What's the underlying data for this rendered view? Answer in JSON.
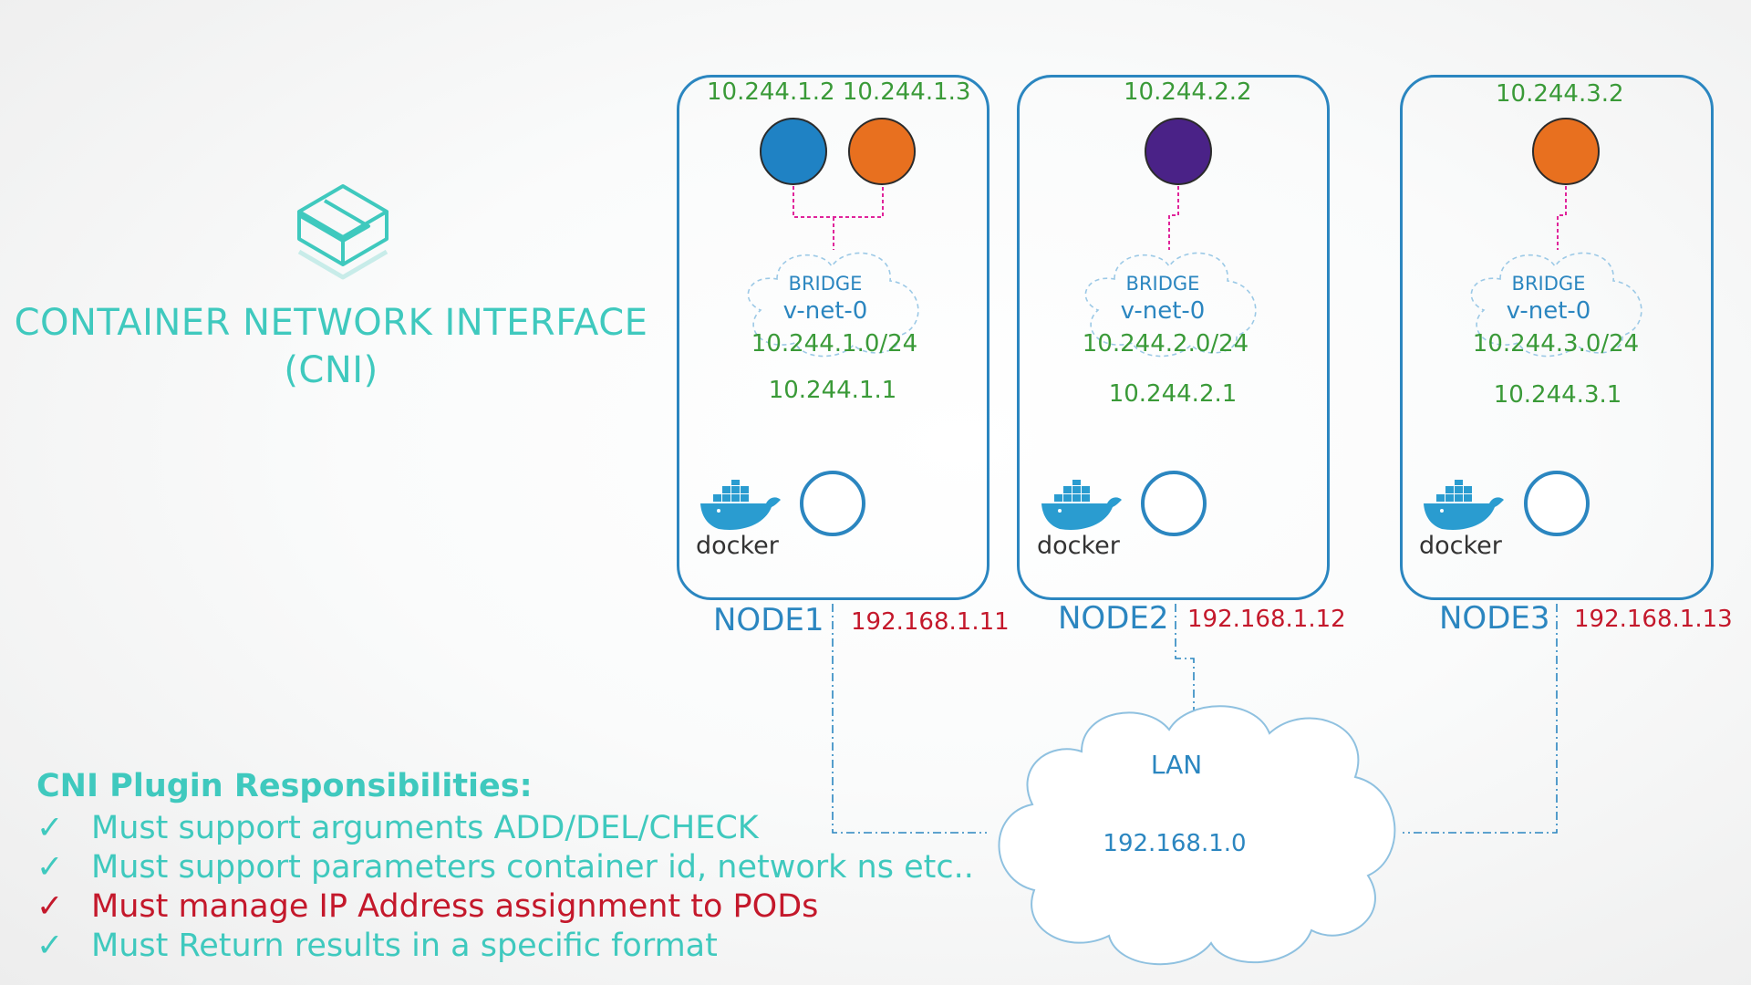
{
  "title": {
    "line1": "CONTAINER NETWORK INTERFACE",
    "line2": "(CNI)"
  },
  "nodes": [
    {
      "name": "NODE1",
      "ip": "192.168.1.11",
      "pod_ips": "10.244.1.2 10.244.1.3",
      "pod_colors": [
        "#1f82c4",
        "#e8701f"
      ],
      "bridge_label": "BRIDGE",
      "bridge_name": "v-net-0",
      "subnet": "10.244.1.0/24",
      "gateway": "10.244.1.1",
      "docker_label": "docker"
    },
    {
      "name": "NODE2",
      "ip": "192.168.1.12",
      "pod_ips": "10.244.2.2",
      "pod_colors": [
        "#4a2287"
      ],
      "bridge_label": "BRIDGE",
      "bridge_name": "v-net-0",
      "subnet": "10.244.2.0/24",
      "gateway": "10.244.2.1",
      "docker_label": "docker"
    },
    {
      "name": "NODE3",
      "ip": "192.168.1.13",
      "pod_ips": "10.244.3.2",
      "pod_colors": [
        "#e8701f"
      ],
      "bridge_label": "BRIDGE",
      "bridge_name": "v-net-0",
      "subnet": "10.244.3.0/24",
      "gateway": "10.244.3.1",
      "docker_label": "docker"
    }
  ],
  "lan": {
    "name": "LAN",
    "ip": "192.168.1.0"
  },
  "responsibilities": {
    "title": "CNI Plugin Responsibilities:",
    "check": "✓",
    "items": [
      "Must support arguments ADD/DEL/CHECK",
      "Must support parameters container id, network ns etc..",
      "Must manage IP Address assignment to PODs",
      "Must Return results in a specific format"
    ],
    "highlighted_index": 2
  },
  "colors": {
    "teal": "#3fc9be",
    "blue": "#2b86c0",
    "green": "#3a9a38",
    "red": "#c4182b",
    "magenta": "#e0249a"
  }
}
